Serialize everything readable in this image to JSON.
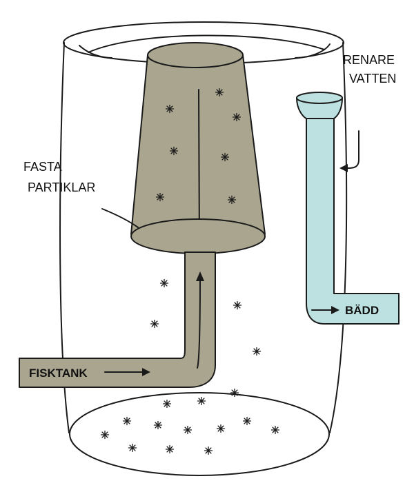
{
  "labels": {
    "fasta_line1": "FASTA",
    "fasta_line2": "PARTIKLAR",
    "renare_line1": "RENARE",
    "renare_line2": "VATTEN",
    "fisktank": "FISKTANK",
    "badd": "BÄDD"
  },
  "colors": {
    "filter_cone": "#a9a58f",
    "inlet_pipe": "#a9a58f",
    "outlet_pipe": "#bde0e0",
    "outline": "#1a1a1a"
  },
  "particles": {
    "description_icon": "asterisk-particle-icon"
  }
}
